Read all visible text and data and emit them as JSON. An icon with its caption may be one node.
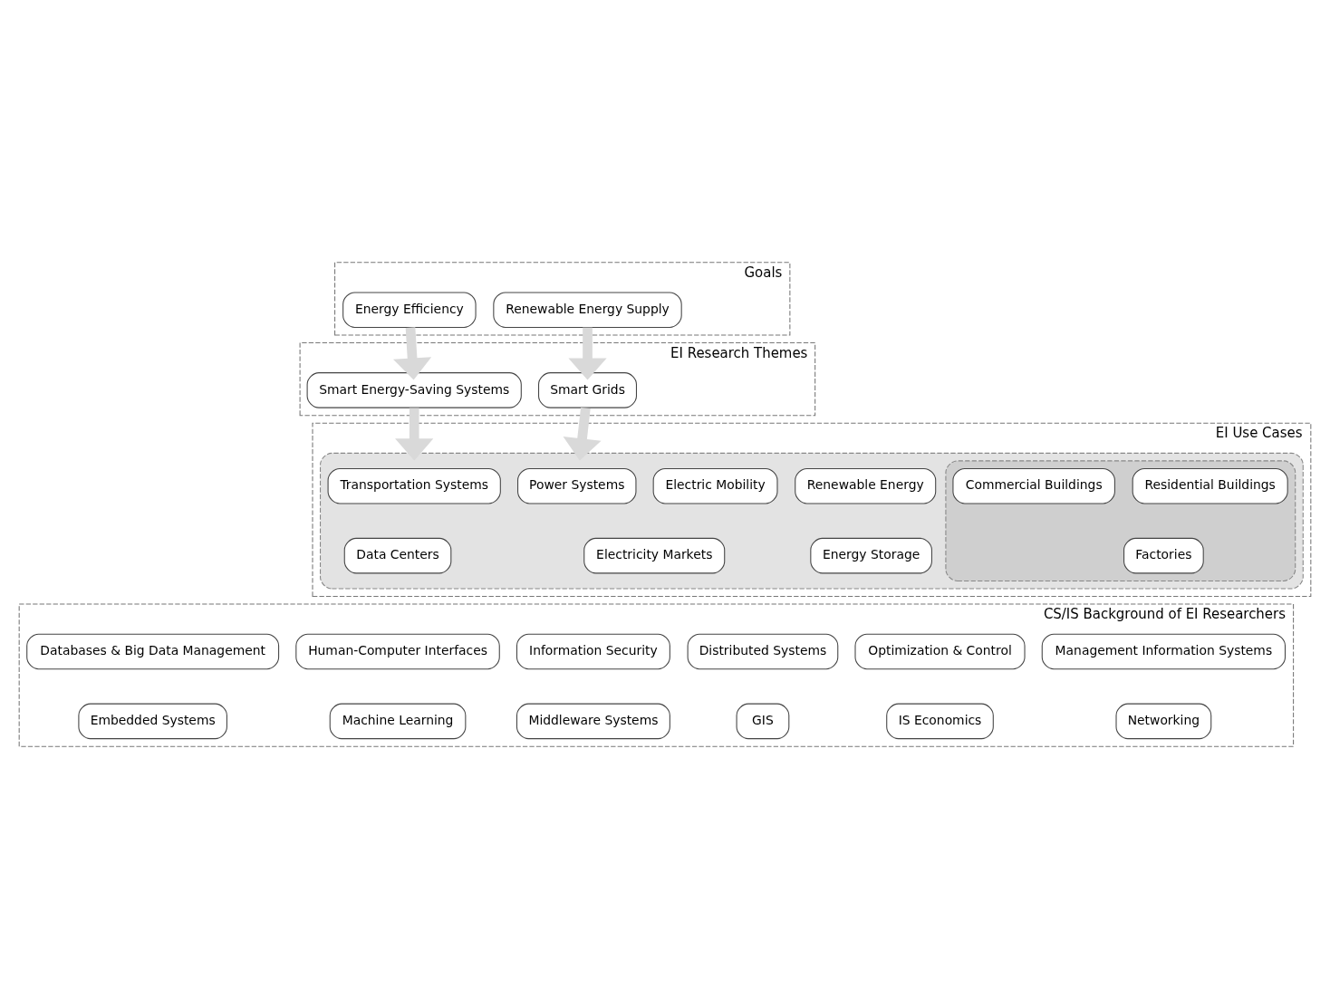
{
  "diagram": {
    "nodes": [
      {
        "text": [
          "Goals"
        ]
      },
      {
        "text": [
          "Energy Efficiency"
        ],
        "in": 0
      },
      {
        "text": [
          "Renewable Energy Supply"
        ],
        "in": 0
      },
      {
        "text": [
          "EI Research Themes"
        ]
      },
      {
        "text": [
          "Smart Energy-Saving Systems"
        ],
        "in": 3
      },
      {
        "text": [
          "Smart Grids"
        ],
        "in": 3
      },
      {
        "text": [
          "EI Use Cases"
        ]
      },
      {
        "text": [],
        "shape": "box",
        "in": 6
      },
      {
        "text": [],
        "shape": "box",
        "in": 7
      },
      {
        "text": [
          "Transportation Systems"
        ],
        "in": 7
      },
      {
        "text": [
          "Commercial Buildings"
        ],
        "in": 8
      },
      {
        "text": [
          "Residential Buildings"
        ],
        "in": 8
      },
      {
        "text": [
          "Power Systems"
        ],
        "in": 7
      },
      {
        "text": [
          "Electric Mobility"
        ],
        "in": 7
      },
      {
        "text": [
          "Renewable Energy"
        ],
        "in": 7
      },
      {
        "text": [
          "Data Centers"
        ],
        "in": 7
      },
      {
        "text": [
          "Factories"
        ],
        "in": 8
      },
      {
        "text": [
          "Electricity Markets"
        ],
        "in": 7
      },
      {
        "text": [
          "Energy Storage"
        ],
        "in": 7
      },
      {
        "text": [
          "CS/IS Background of EI Researchers"
        ]
      },
      {
        "text": [
          "Databases & Big Data Management"
        ],
        "in": 19
      },
      {
        "text": [
          "Human-Computer Interfaces"
        ],
        "in": 19
      },
      {
        "text": [
          "Management Information Systems"
        ],
        "in": 19
      },
      {
        "text": [
          "Distributed Systems"
        ],
        "in": 19
      },
      {
        "text": [
          "Information Security"
        ],
        "in": 19
      },
      {
        "text": [
          "Optimization & Control"
        ],
        "in": 19
      },
      {
        "text": [
          "Embedded Systems"
        ],
        "in": 19
      },
      {
        "text": [
          "Machine Learning"
        ],
        "in": 19
      },
      {
        "text": [
          "Networking"
        ],
        "in": 19
      },
      {
        "text": [
          "GIS"
        ],
        "in": 19
      },
      {
        "text": [
          "Middleware Systems"
        ],
        "in": 19
      },
      {
        "text": [
          "IS Economics"
        ],
        "in": 19
      }
    ],
    "edges": [
      {
        "from": 1,
        "to": 4,
        "arrow": "to"
      },
      {
        "from": 2,
        "to": 5,
        "arrow": "to"
      },
      {
        "from": 4,
        "to": 7,
        "arrow": "to"
      },
      {
        "from": 5,
        "to": 7,
        "arrow": "to"
      }
    ]
  }
}
